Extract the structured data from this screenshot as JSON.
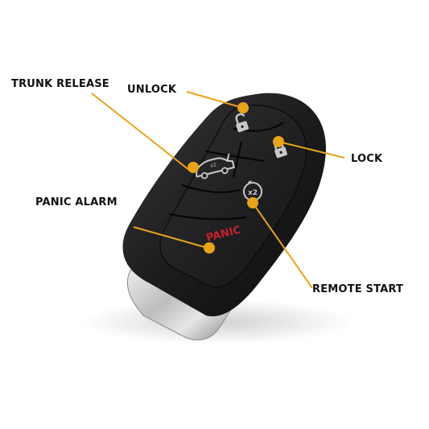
{
  "callouts": {
    "trunk_release": "TRUNK RELEASE",
    "unlock": "UNLOCK",
    "lock": "LOCK",
    "panic_alarm": "PANIC ALARM",
    "remote_start": "REMOTE START"
  },
  "buttons": {
    "panic": "PANIC",
    "remote_start_mark": "x2"
  },
  "colors": {
    "leader": "#e8a317",
    "panic_red": "#c8202c",
    "fob_body": "#1d1d1f",
    "icon_gray": "#c9c9c9"
  },
  "icons": [
    "unlock-icon",
    "lock-icon",
    "trunk-release-icon",
    "remote-start-icon",
    "panic-button"
  ]
}
